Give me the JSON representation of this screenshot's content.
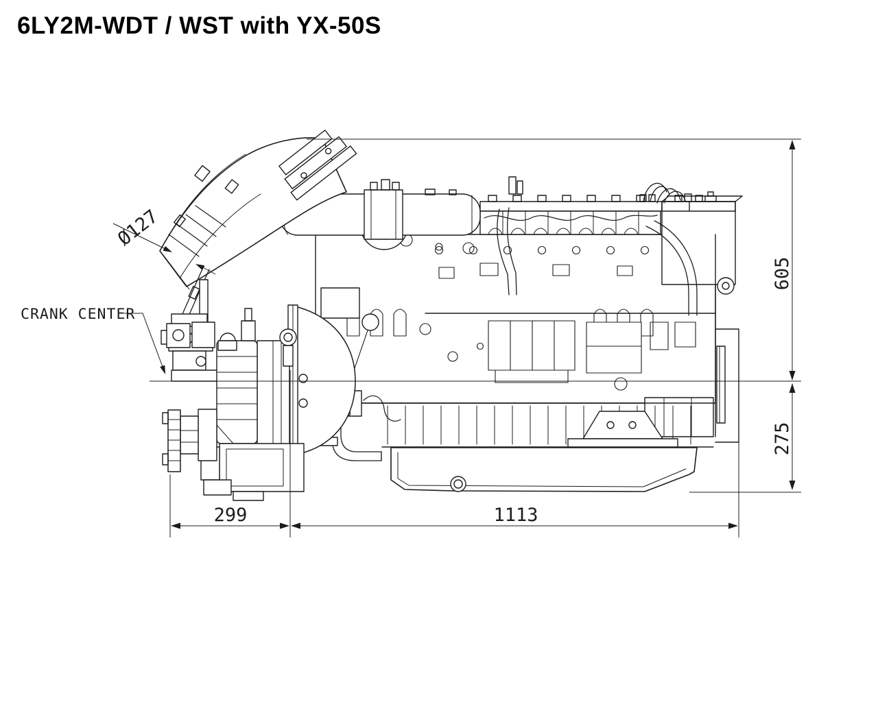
{
  "title": "6LY2M-WDT / WST with YX-50S",
  "drawing": {
    "labels": {
      "crank_center": "CRANK CENTER",
      "exhaust_pipe_diameter": "Ø127"
    },
    "dimensions_mm": {
      "height_above_crank_center": "605",
      "height_below_crank_center": "275",
      "gearbox_length": "299",
      "engine_length": "1113"
    },
    "colors": {
      "line": "#1c1c1c",
      "background": "#ffffff"
    }
  }
}
